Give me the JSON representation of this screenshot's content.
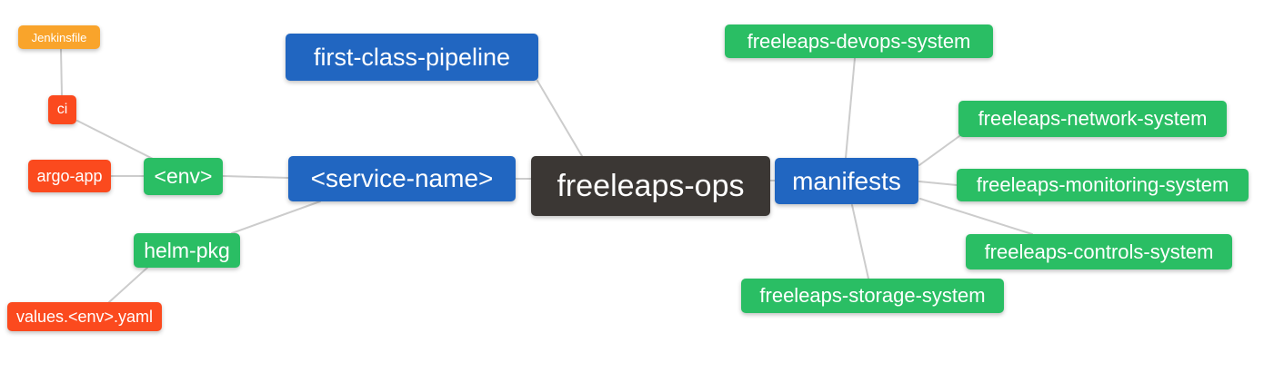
{
  "diagram": {
    "type": "mindmap",
    "root_label": "freeleaps-ops",
    "palette": {
      "root_bg": "#3b3734",
      "branch_blue_bg": "#2166c1",
      "green_bg": "#2abe64",
      "red_bg": "#fb4a1e",
      "orange_bg": "#f9a42b",
      "edge_line": "#cccccc",
      "node_text": "#ffffff",
      "canvas_bg": "#ffffff"
    },
    "nodes": {
      "root": {
        "label": "freeleaps-ops",
        "color": "#3b3734"
      },
      "first_class_pipeline": {
        "label": "first-class-pipeline",
        "color": "#2166c1"
      },
      "service_name": {
        "label": "<service-name>",
        "color": "#2166c1"
      },
      "env": {
        "label": "<env>",
        "color": "#2abe64"
      },
      "ci": {
        "label": "ci",
        "color": "#fb4a1e"
      },
      "jenkinsfile": {
        "label": "Jenkinsfile",
        "color": "#f9a42b"
      },
      "argo_app": {
        "label": "argo-app",
        "color": "#fb4a1e"
      },
      "helm_pkg": {
        "label": "helm-pkg",
        "color": "#2abe64"
      },
      "values_env_yaml": {
        "label": "values.<env>.yaml",
        "color": "#fb4a1e"
      },
      "manifests": {
        "label": "manifests",
        "color": "#2166c1"
      },
      "devops_system": {
        "label": "freeleaps-devops-system",
        "color": "#2abe64"
      },
      "network_system": {
        "label": "freeleaps-network-system",
        "color": "#2abe64"
      },
      "monitoring_system": {
        "label": "freeleaps-monitoring-system",
        "color": "#2abe64"
      },
      "controls_system": {
        "label": "freeleaps-controls-system",
        "color": "#2abe64"
      },
      "storage_system": {
        "label": "freeleaps-storage-system",
        "color": "#2abe64"
      }
    },
    "edges": [
      [
        "Jenkinsfile",
        "ci"
      ],
      [
        "ci",
        "<env>"
      ],
      [
        "argo-app",
        "<env>"
      ],
      [
        "<env>",
        "<service-name>"
      ],
      [
        "helm-pkg",
        "<service-name>"
      ],
      [
        "values.<env>.yaml",
        "helm-pkg"
      ],
      [
        "first-class-pipeline",
        "freeleaps-ops"
      ],
      [
        "<service-name>",
        "freeleaps-ops"
      ],
      [
        "manifests",
        "freeleaps-ops"
      ],
      [
        "freeleaps-devops-system",
        "manifests"
      ],
      [
        "freeleaps-network-system",
        "manifests"
      ],
      [
        "freeleaps-monitoring-system",
        "manifests"
      ],
      [
        "freeleaps-controls-system",
        "manifests"
      ],
      [
        "freeleaps-storage-system",
        "manifests"
      ]
    ]
  }
}
